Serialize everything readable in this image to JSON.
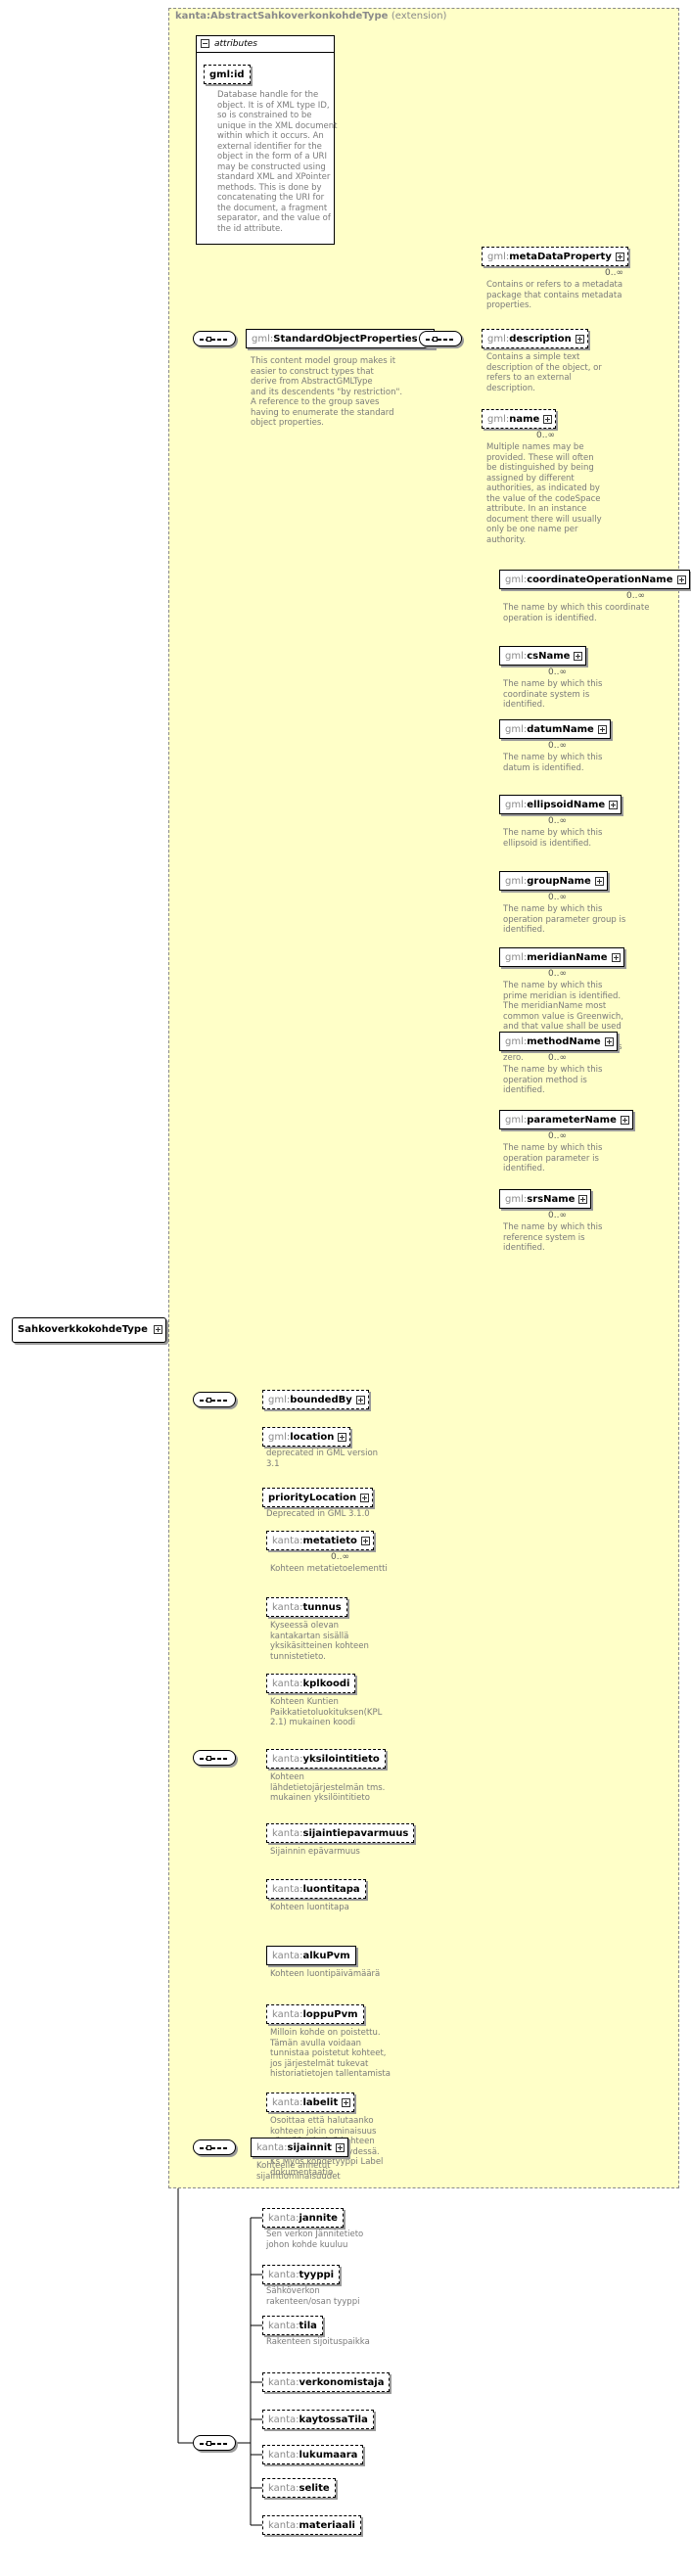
{
  "root": {
    "label": "SahkoverkkokohdeType"
  },
  "extension": {
    "type": "kanta:AbstractSahkoverkonkohdeType",
    "suffix": "(extension)"
  },
  "attributes": {
    "header": "attributes",
    "gmlid": {
      "label": "gml:id",
      "doc": "Database handle for the\nobject.  It is of XML type ID,\nso is constrained to be\nunique in the XML document\nwithin which it occurs.  An\nexternal identifier for the\nobject in the form of a URI\nmay be constructed using\nstandard XML and XPointer\nmethods.  This is done by\nconcatenating the URI for\nthe document, a fragment\nseparator, and the value of\nthe id attribute."
    }
  },
  "standard_object_properties": {
    "label": "gml:StandardObjectProperties",
    "doc": "This content model group makes it\neasier to construct types that\n   derive from AbstractGMLType\nand its descendents \"by restriction\".\n      A reference to the group saves\nhaving to enumerate the standard\nobject properties.",
    "items": [
      {
        "prefix": "gml:",
        "name": "metaDataProperty",
        "card": "0..∞",
        "doc": "Contains or refers to a metadata\npackage that contains metadata\nproperties."
      },
      {
        "prefix": "gml:",
        "name": "description",
        "card": "",
        "doc": "Contains a simple text\ndescription of the object, or\nrefers to an external\ndescription."
      },
      {
        "prefix": "gml:",
        "name": "name",
        "card": "0..∞",
        "doc": "Multiple names may be\nprovided.  These will often\nbe distinguished by being\nassigned by different\nauthorities, as indicated by\nthe value of the codeSpace\nattribute.  In an instance\ndocument there will usually\nonly be one name per\nauthority."
      }
    ],
    "name_substitutions": [
      {
        "name": "coordinateOperationName",
        "card": "0..∞",
        "doc": "The name by which this coordinate\noperation is identified."
      },
      {
        "name": "csName",
        "card": "0..∞",
        "doc": "The name by which this\ncoordinate system is\nidentified."
      },
      {
        "name": "datumName",
        "card": "0..∞",
        "doc": "The name by which this\ndatum is identified."
      },
      {
        "name": "ellipsoidName",
        "card": "0..∞",
        "doc": "The name by which this\nellipsoid is identified."
      },
      {
        "name": "groupName",
        "card": "0..∞",
        "doc": "The name by which this\noperation parameter group is\nidentified."
      },
      {
        "name": "meridianName",
        "card": "0..∞",
        "doc": "The name by which this\nprime meridian is identified.\nThe meridianName most\ncommon value is Greenwich,\nand that value shall be used\nwhen the\ngreenwichLongitude value is\nzero."
      },
      {
        "name": "methodName",
        "card": "0..∞",
        "doc": "The name by which this\noperation method is\nidentified."
      },
      {
        "name": "parameterName",
        "card": "0..∞",
        "doc": "The name by which this\noperation parameter is\nidentified."
      },
      {
        "name": "srsName",
        "card": "0..∞",
        "doc": "The name by which this\nreference system is\nidentified."
      }
    ]
  },
  "bounds_group": [
    {
      "prefix": "gml:",
      "name": "boundedBy",
      "doc": ""
    },
    {
      "prefix": "gml:",
      "name": "location",
      "doc": "deprecated in GML version\n3.1"
    },
    {
      "prefix": "",
      "name": "priorityLocation",
      "doc": "Deprecated in GML 3.1.0"
    }
  ],
  "kanta_group": [
    {
      "prefix": "kanta:",
      "name": "metatieto",
      "card": "0..∞",
      "doc": "Kohteen metatietoelementti",
      "plus": true
    },
    {
      "prefix": "kanta:",
      "name": "tunnus",
      "card": "",
      "doc": "Kyseessä olevan\nkantakartan sisällä\nyksikäsitteinen kohteen\ntunnistetieto.",
      "plus": false
    },
    {
      "prefix": "kanta:",
      "name": "kplkoodi",
      "card": "",
      "doc": "Kohteen Kuntien\nPaikkatietoluokituksen(KPL\n2.1) mukainen koodi",
      "plus": false
    },
    {
      "prefix": "kanta:",
      "name": "yksilointitieto",
      "card": "",
      "doc": "Kohteen\nlähdetietojärjestelmän  tms.\nmukainen yksilöintitieto",
      "plus": false
    },
    {
      "prefix": "kanta:",
      "name": "sijaintiepavarmuus",
      "card": "",
      "doc": "Sijainnin epävarmuus",
      "plus": false
    },
    {
      "prefix": "kanta:",
      "name": "luontitapa",
      "card": "",
      "doc": "Kohteen luontitapa",
      "plus": false
    },
    {
      "prefix": "kanta:",
      "name": "alkuPvm",
      "card": "",
      "doc": "Kohteen luontipäivämäärä",
      "plus": false
    },
    {
      "prefix": "kanta:",
      "name": "loppuPvm",
      "card": "",
      "doc": "Milloin kohde on poistettu.\nTämän avulla voidaan\ntunnistaa poistetut kohteet,\njos järjestelmät tukevat\nhistoriatietojen tallentamista",
      "plus": false
    },
    {
      "prefix": "kanta:",
      "name": "labelit",
      "card": "",
      "doc": "Osoittaa että halutaanko\nkohteen jokin ominaisuus\nnäyttää tekstinä kohteen\nvisualisoinnin yhteydessä.\n  Ks Myös kohdetyyppi Label\ndokumentaatio",
      "plus": true
    }
  ],
  "sijainnit": {
    "prefix": "kanta:",
    "name": "sijainnit",
    "doc": "Kohteelle annetut\nsijaintiominaisuudet"
  },
  "own_group": [
    {
      "prefix": "kanta:",
      "name": "jannite",
      "doc": "Sen verkon Jännitetieto\njohon kohde kuuluu"
    },
    {
      "prefix": "kanta:",
      "name": "tyyppi",
      "doc": "Sähköverkon\nrakenteen/osan tyyppi"
    },
    {
      "prefix": "kanta:",
      "name": "tila",
      "doc": "Rakenteen sijoituspaikka"
    },
    {
      "prefix": "kanta:",
      "name": "verkonomistaja",
      "doc": ""
    },
    {
      "prefix": "kanta:",
      "name": "kaytossaTila",
      "doc": ""
    },
    {
      "prefix": "kanta:",
      "name": "lukumaara",
      "doc": ""
    },
    {
      "prefix": "kanta:",
      "name": "selite",
      "doc": ""
    },
    {
      "prefix": "kanta:",
      "name": "materiaali",
      "doc": ""
    }
  ]
}
